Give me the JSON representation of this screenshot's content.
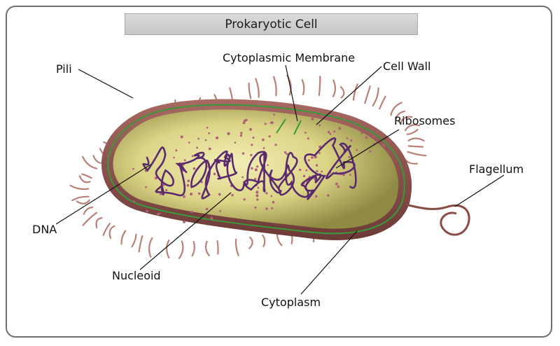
{
  "title": "Prokaryotic Cell",
  "labels": {
    "pili": "Pili",
    "cytoplasmic_membrane": "Cytoplasmic Membrane",
    "cell_wall": "Cell Wall",
    "ribosomes": "Ribosomes",
    "flagellum": "Flagellum",
    "dna": "DNA",
    "nucleoid": "Nucleoid",
    "cytoplasm": "Cytoplasm"
  },
  "colors": {
    "cell_wall": "#8a4a45",
    "membrane": "#3a9a3a",
    "cytoplasm_light": "#efe9a6",
    "cytoplasm_dark": "#8f8a44",
    "dna": "#5a2a6e",
    "ribosome": "#b0607a",
    "pili": "#b98178"
  }
}
